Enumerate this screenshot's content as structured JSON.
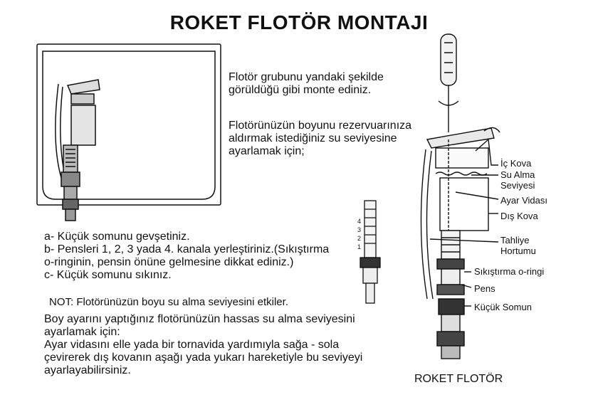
{
  "title": "ROKET FLOTÖR MONTAJI",
  "intro": {
    "line1": "Flotör grubunu yandaki şekilde",
    "line2": "görüldüğü gibi monte ediniz.",
    "line3": "Flotörünüzün boyunu rezervuarınıza",
    "line4": "aldırmak istediğiniz su seviyesine",
    "line5": "ayarlamak için;"
  },
  "steps": {
    "a": "a- Küçük somunu gevşetiniz.",
    "b1": "b- Pensleri 1, 2, 3 yada 4. kanala yerleştiriniz.(Sıkıştırma",
    "b2": "o-ringinin, pensin önüne gelmesine dikkat ediniz.)",
    "c": "c- Küçük somunu sıkınız."
  },
  "note": "NOT: Flotörünüzün boyu su alma seviyesini etkiler.",
  "fine": {
    "line1": "Boy ayarını yaptığınız flotörünüzün hassas su alma seviyesini",
    "line2": "ayarlamak için:",
    "line3": "Ayar vidasını elle yada bir tornavida yardımıyla sağa - sola",
    "line4": "çevirerek dış kovanın aşağı yada yukarı hareketiyle bu seviyeyi",
    "line5": "ayarlayabilirsiniz."
  },
  "channel_numbers": [
    "4",
    "3",
    "2",
    "1"
  ],
  "callouts": {
    "ic_kova": "İç Kova",
    "su_alma_1": "Su Alma",
    "su_alma_2": "Seviyesi",
    "ayar_vidasi": "Ayar Vidası",
    "dis_kova": "Dış Kova",
    "tahliye_1": "Tahliye",
    "tahliye_2": "Hortumu",
    "sikistirma": "Sıkıştırma o-ringi",
    "pens": "Pens",
    "kucuk_somun": "Küçük Somun"
  },
  "caption": "ROKET FLOTÖR"
}
